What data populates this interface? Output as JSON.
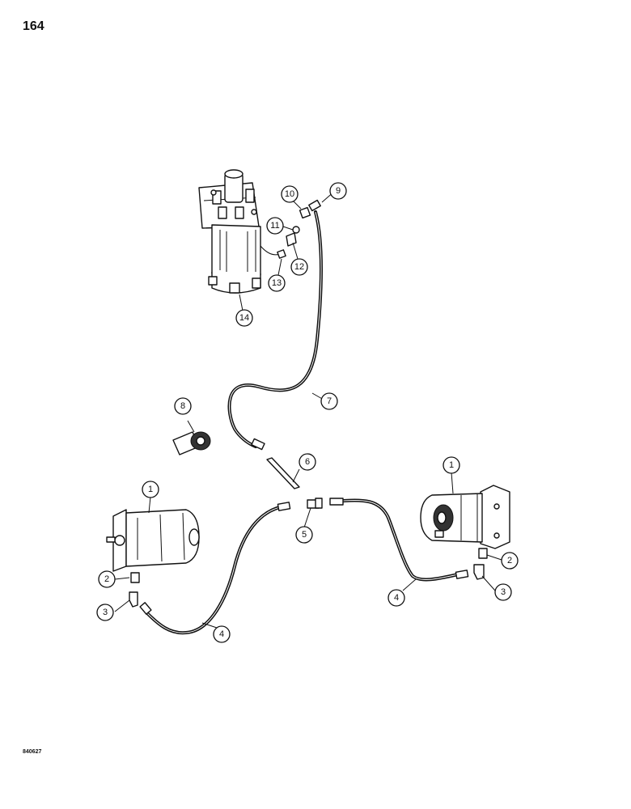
{
  "page": {
    "number": "164",
    "figure_code": "840627"
  },
  "callouts": {
    "c1a": "1",
    "c1b": "1",
    "c2a": "2",
    "c2b": "2",
    "c3a": "3",
    "c3b": "3",
    "c4a": "4",
    "c4b": "4",
    "c5": "5",
    "c6": "6",
    "c7": "7",
    "c8": "8",
    "c9": "9",
    "c10": "10",
    "c11": "11",
    "c12": "12",
    "c13": "13",
    "c14": "14"
  }
}
